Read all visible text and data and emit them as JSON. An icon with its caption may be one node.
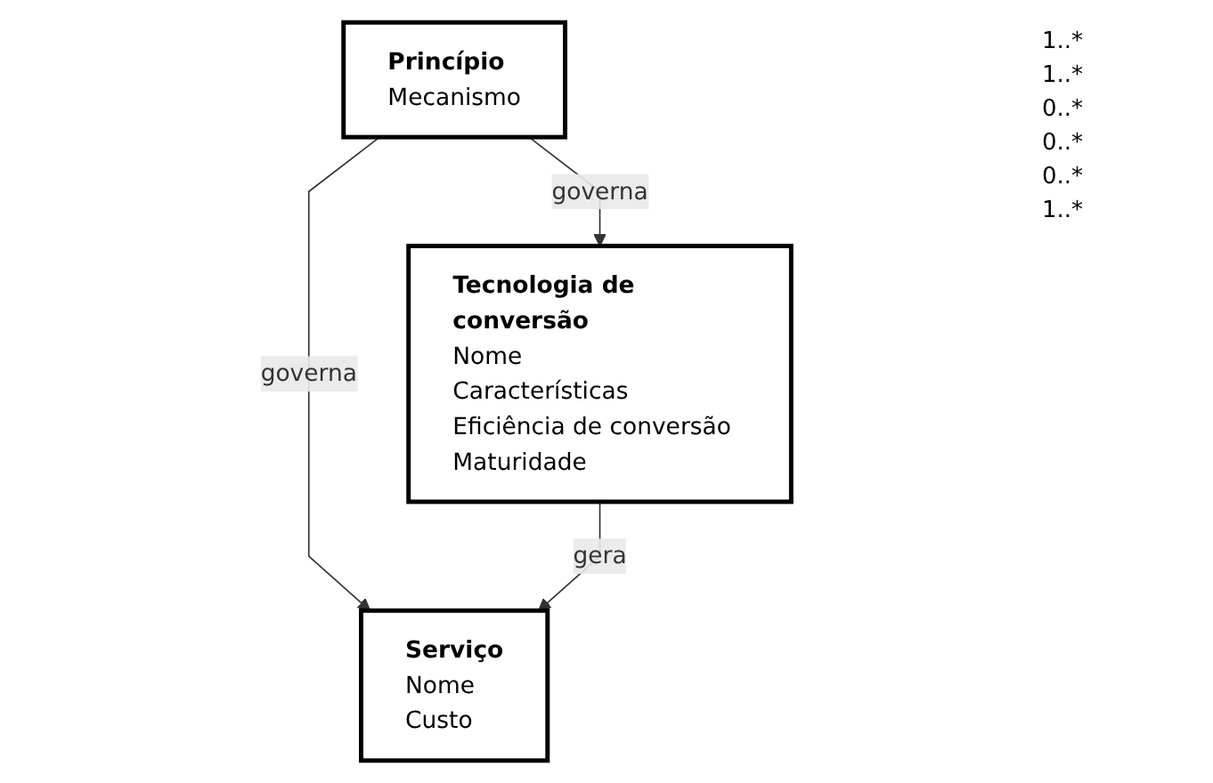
{
  "diagram": {
    "nodes": [
      {
        "text": [
          "Princípio",
          "Mecanismo"
        ]
      },
      {
        "text": [
          "Tecnologia de conversão",
          "Nome",
          "Características",
          "Eficiência de conversão",
          "Maturidade"
        ]
      },
      {
        "text": [
          "Serviço",
          "Nome",
          "Custo"
        ]
      }
    ],
    "edges": [
      {
        "from": 0,
        "to": 1,
        "arrow": "to",
        "label": "governa"
      },
      {
        "from": 0,
        "to": 2,
        "arrow": "to",
        "label": "governa"
      },
      {
        "from": 1,
        "to": 2,
        "arrow": "to",
        "label": "gera"
      }
    ],
    "labels": [
      "1..*",
      "1..*",
      "0..*",
      "0..*",
      "0..*",
      "1..*"
    ]
  }
}
